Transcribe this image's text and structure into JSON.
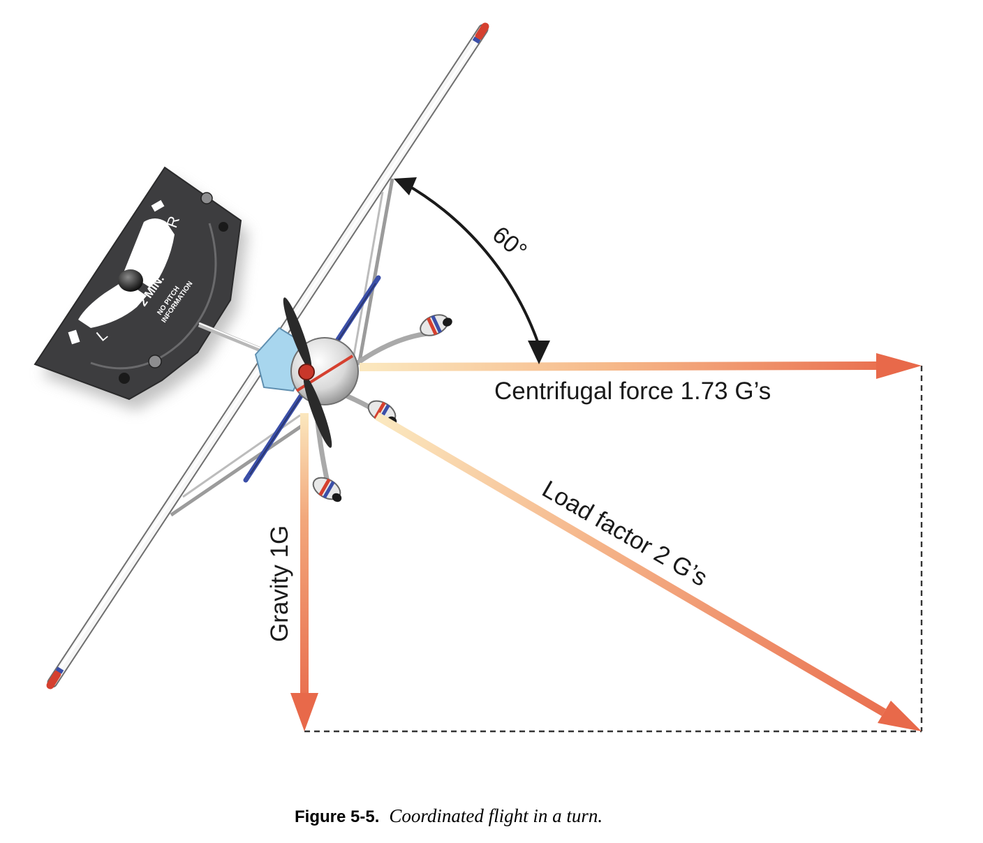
{
  "angle_label": "60°",
  "forces": {
    "centrifugal": "Centrifugal force 1.73 G’s",
    "load_factor": "Load factor 2 G’s",
    "gravity": "Gravity 1G"
  },
  "instrument": {
    "left": "L",
    "right": "R",
    "time": "2 MIN.",
    "note_line1": "NO PITCH",
    "note_line2": "INFORMATION"
  },
  "caption": {
    "label": "Figure 5-5.",
    "text": "Coordinated flight in a turn."
  },
  "colors": {
    "arrow": "#e8694a",
    "arrow_light": "#fbe3b5",
    "instrument_body": "#3d3d3f",
    "fuselage_blue": "#3b4fa8",
    "nav_red": "#d5402f"
  }
}
